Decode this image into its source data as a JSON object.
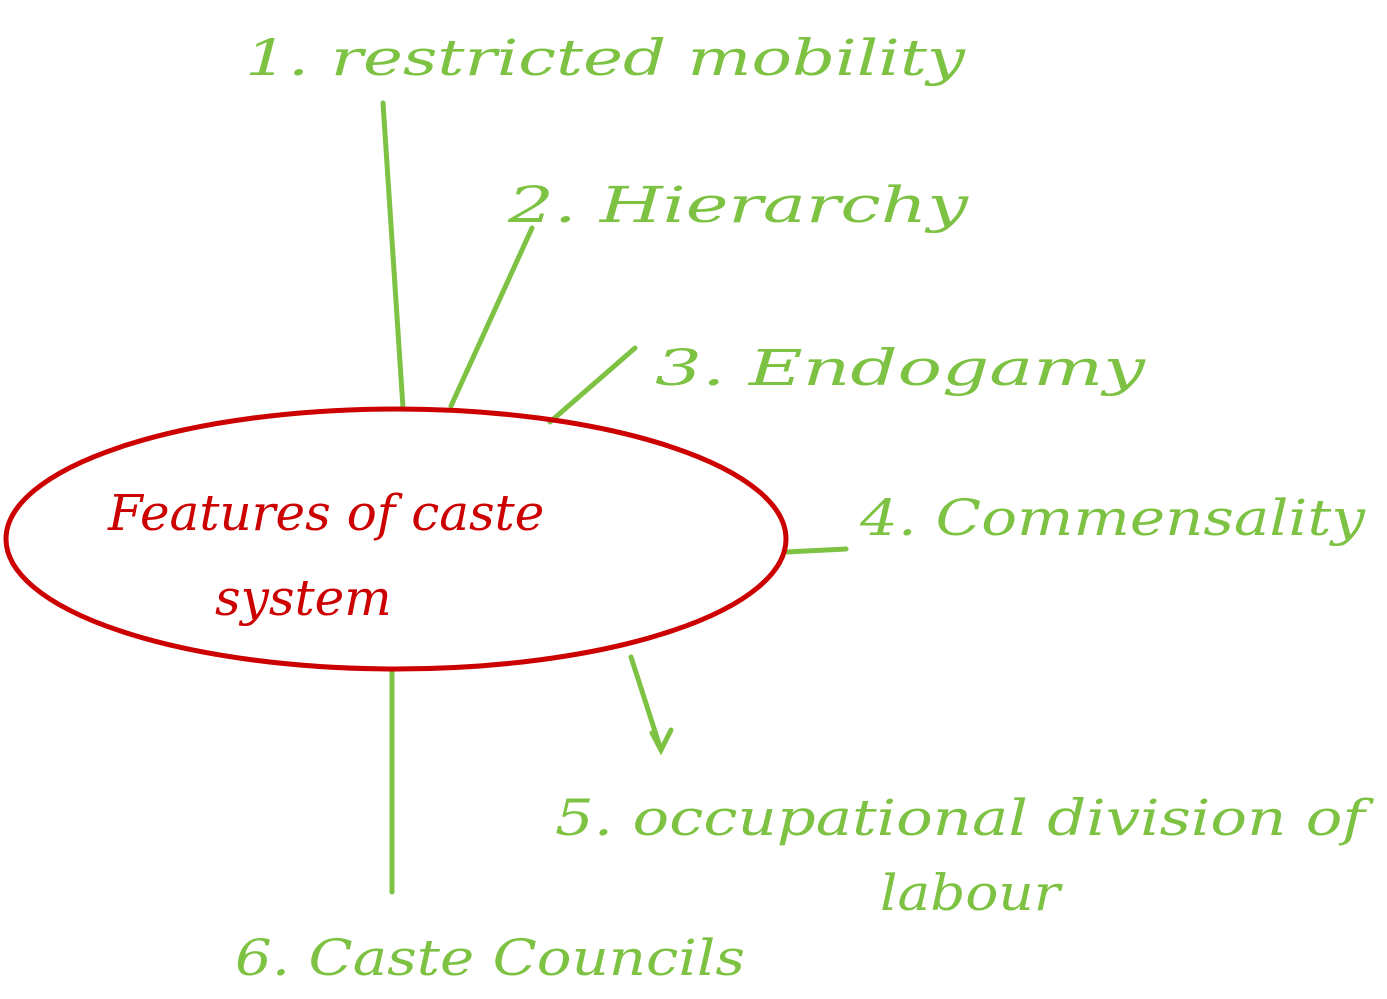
{
  "colors": {
    "center": "#cc0000",
    "feature": "#7dc243",
    "background": "#ffffff"
  },
  "center": {
    "line1": "Features of caste",
    "line2": "system"
  },
  "features": [
    {
      "id": "restricted-mobility",
      "label": "1. restricted mobility"
    },
    {
      "id": "hierarchy",
      "label": "2. Hierarchy"
    },
    {
      "id": "endogamy",
      "label": "3. Endogamy"
    },
    {
      "id": "commensality",
      "label": "4. Commensality"
    },
    {
      "id": "occupational-division",
      "label": "5. occupational division of",
      "label_cont": "labour"
    },
    {
      "id": "caste-councils",
      "label": "6. Caste Councils"
    }
  ]
}
